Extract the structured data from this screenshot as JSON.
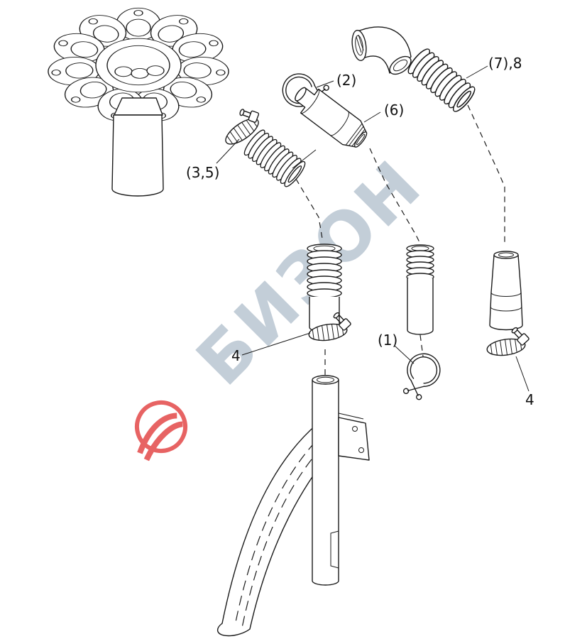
{
  "page": {
    "background": "#ffffff",
    "line_color": "#1b1b1b"
  },
  "watermark": {
    "text": "БИЗОН",
    "color": "#b5c2cf",
    "logo_color": "#e23d3d"
  },
  "labels": {
    "clip_top": "(2)",
    "connector": "(6)",
    "elbow_hose": "(7),8",
    "clamp_hose_left": "(3,5)",
    "clamp_mid": "4",
    "clip_bottom": "(1)",
    "clamp_right": "4"
  }
}
